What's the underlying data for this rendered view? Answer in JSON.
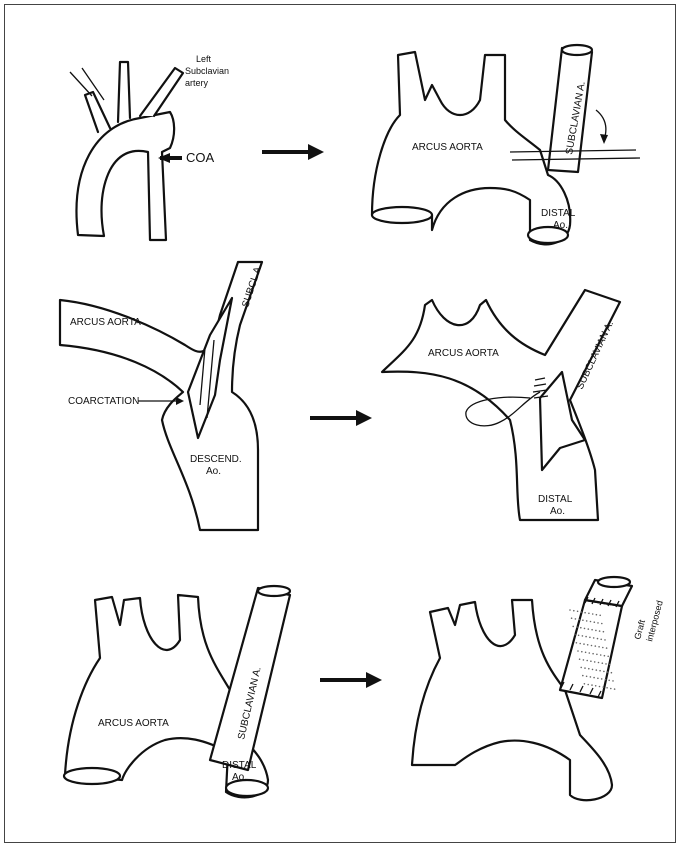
{
  "panels": {
    "p1": {
      "left_subclavian": [
        "Left",
        "Subclavian",
        "artery"
      ],
      "coa": "COA"
    },
    "p2": {
      "arcus_aorta": "ARCUS AORTA",
      "subclavian": "SUBCLAVIAN A.",
      "distal": [
        "DISTAL",
        "Ao."
      ]
    },
    "p3": {
      "arcus_aorta": "ARCUS AORTA",
      "subcl": "SUBCL A.",
      "coarctation": "COARCTATION",
      "descend": [
        "DESCEND.",
        "Ao."
      ]
    },
    "p4": {
      "arcus_aorta": "ARCUS AORTA",
      "subclavian": "SUBCLAVIAN A.",
      "distal": [
        "DISTAL",
        "Ao."
      ]
    },
    "p5": {
      "arcus_aorta": "ARCUS AORTA",
      "subclavian": "SUBCLAVIAN A.",
      "distal": [
        "DISTAL",
        "Ao."
      ]
    },
    "p6": {
      "graft": [
        "Graft",
        "interposed"
      ]
    }
  },
  "colors": {
    "ink": "#111111",
    "background": "#ffffff"
  }
}
